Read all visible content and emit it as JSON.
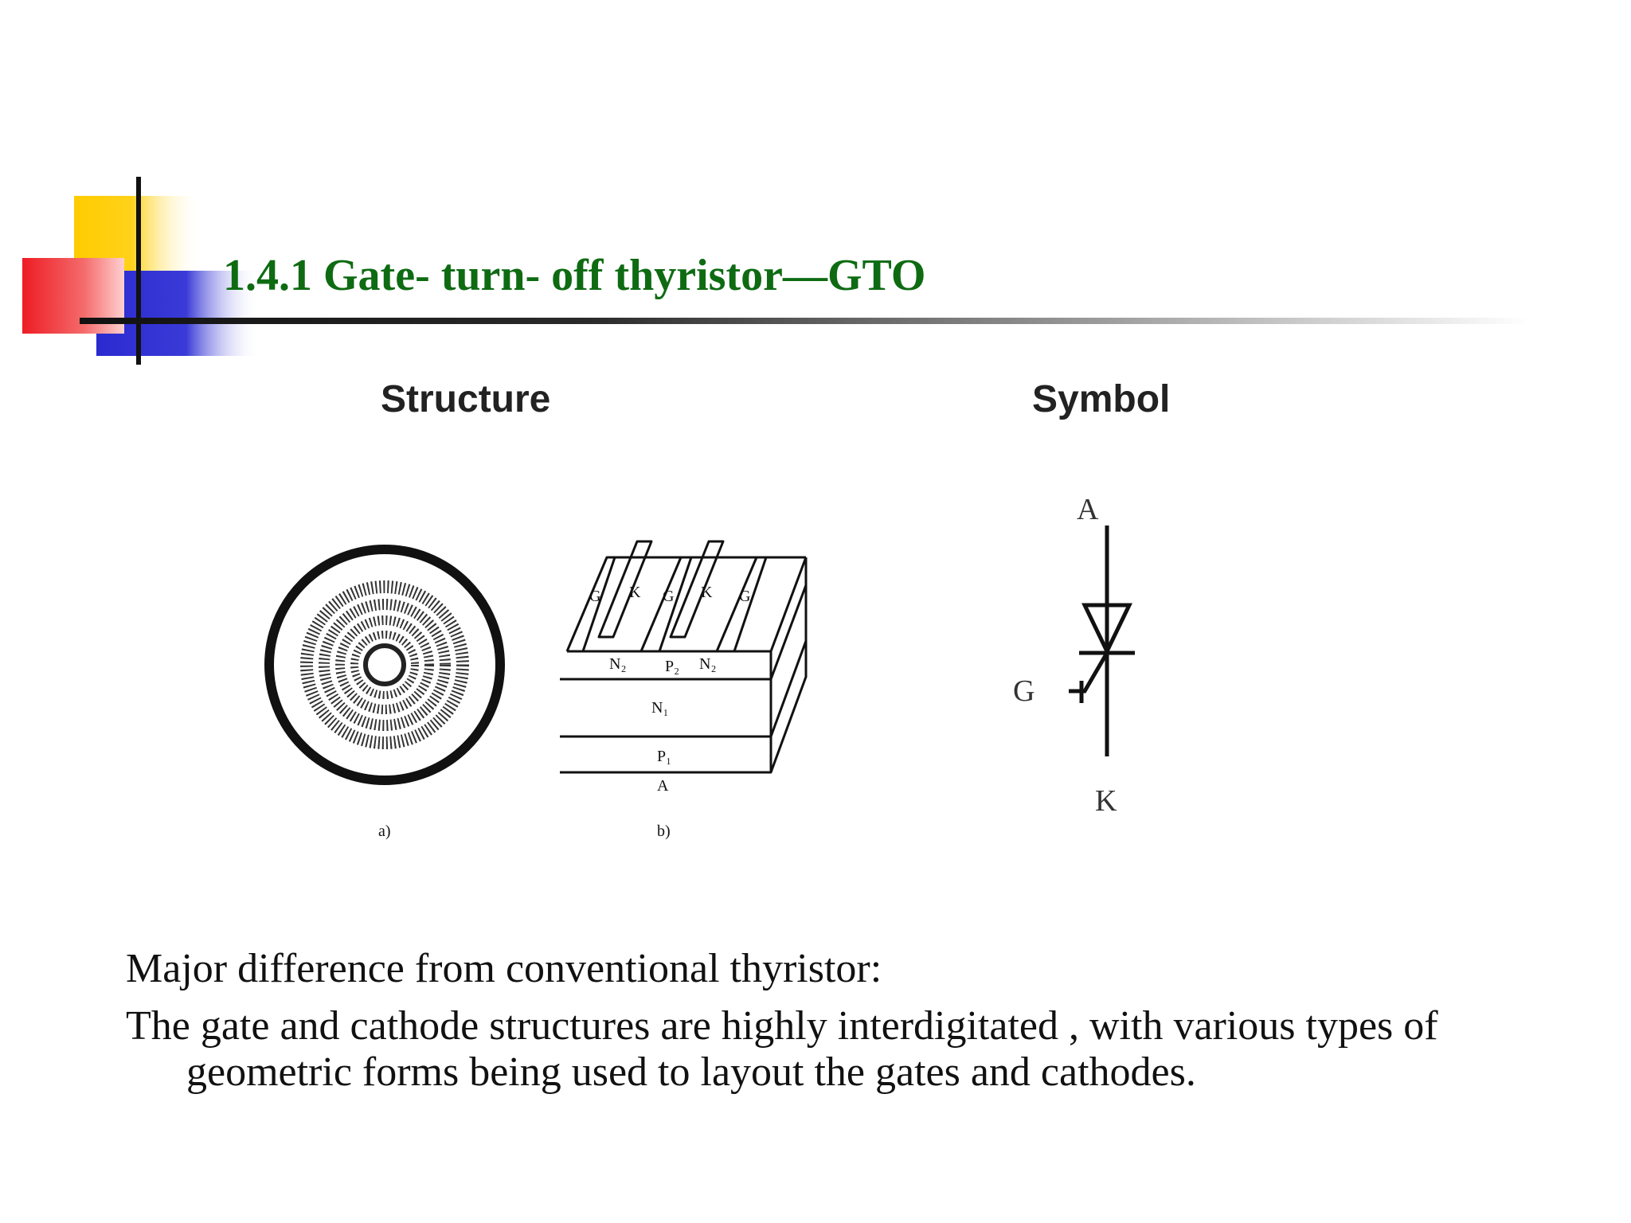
{
  "slide": {
    "title": "1.4.1 Gate- turn- off thyristor—GTO"
  },
  "headings": {
    "structure": "Structure",
    "symbol": "Symbol"
  },
  "structure_figure": {
    "layer_labels": {
      "n2_left": "N₂",
      "p2": "P₂",
      "n2_right": "N₂",
      "n1": "N₁",
      "p1": "P₁",
      "anode": "A"
    },
    "finger_labels": [
      "G",
      "K",
      "G",
      "K",
      "G"
    ],
    "caption_a": "a)",
    "caption_b": "b)"
  },
  "symbol_figure": {
    "anode": "A",
    "gate": "G",
    "cathode": "K"
  },
  "body": {
    "line1": "Major difference from conventional thyristor:",
    "line2": "The gate and cathode structures are highly interdigitated , with various types of geometric forms being used to layout the gates and cathodes."
  },
  "colors": {
    "title": "#0e6b12",
    "deco_yellow": "#ffcc00",
    "deco_red": "#ee1c25",
    "deco_blue": "#2e2ecc"
  }
}
